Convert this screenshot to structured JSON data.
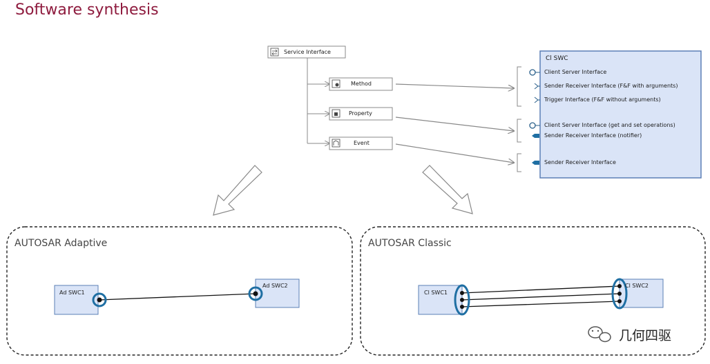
{
  "title": "Software synthesis",
  "service_interface": {
    "label": "Service Interface",
    "method": "Method",
    "property": "Property",
    "event": "Event"
  },
  "cl_swc_panel": {
    "title": "Cl SWC",
    "items": [
      "Client Server Interface",
      "Sender Receiver Interface (F&F with arguments)",
      "Trigger Interface (F&F without arguments)",
      "Client Server Interface (get and set operations)",
      "Sender Receiver Interface (notifier)",
      "Sender Receiver Interface"
    ]
  },
  "adaptive": {
    "label": "AUTOSAR Adaptive",
    "swc1": "Ad SWC1",
    "swc2": "Ad SWC2"
  },
  "classic": {
    "label": "AUTOSAR Classic",
    "swc1": "Cl SWC1",
    "swc2": "Cl SWC2"
  },
  "watermark": "几何四驱",
  "colors": {
    "title": "#8e1b3e",
    "box_fill": "#dae4f7",
    "box_stroke": "#5b7fb5",
    "port_ring": "#1f6fa3"
  }
}
